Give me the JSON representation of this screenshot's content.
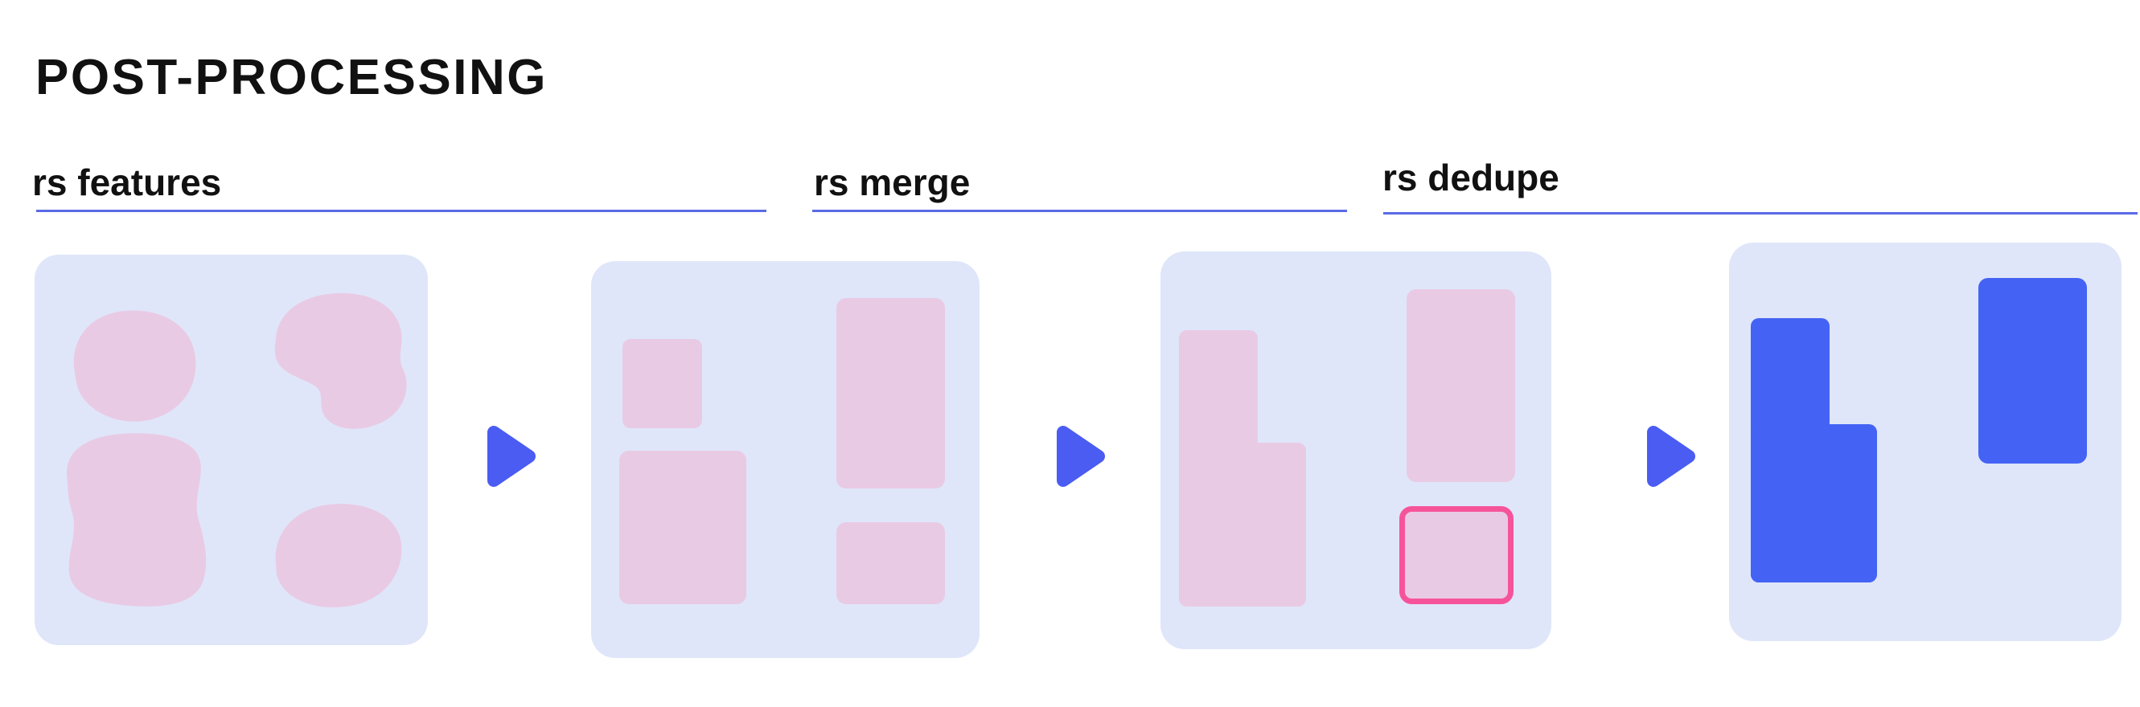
{
  "title": "POST-PROCESSING",
  "stages": [
    {
      "label": "rs features"
    },
    {
      "label": "rs merge"
    },
    {
      "label": "rs dedupe"
    }
  ],
  "icons": {
    "flow_arrow": "play-triangle-right"
  },
  "colors": {
    "bg": "#ffffff",
    "text": "#111111",
    "panel": "#dfe6f9",
    "pink": "#e9cae4",
    "blue": "#4463f5",
    "arrow": "#4a5cf2",
    "outline": "#f6549a",
    "underline": "#5a6ae6"
  }
}
